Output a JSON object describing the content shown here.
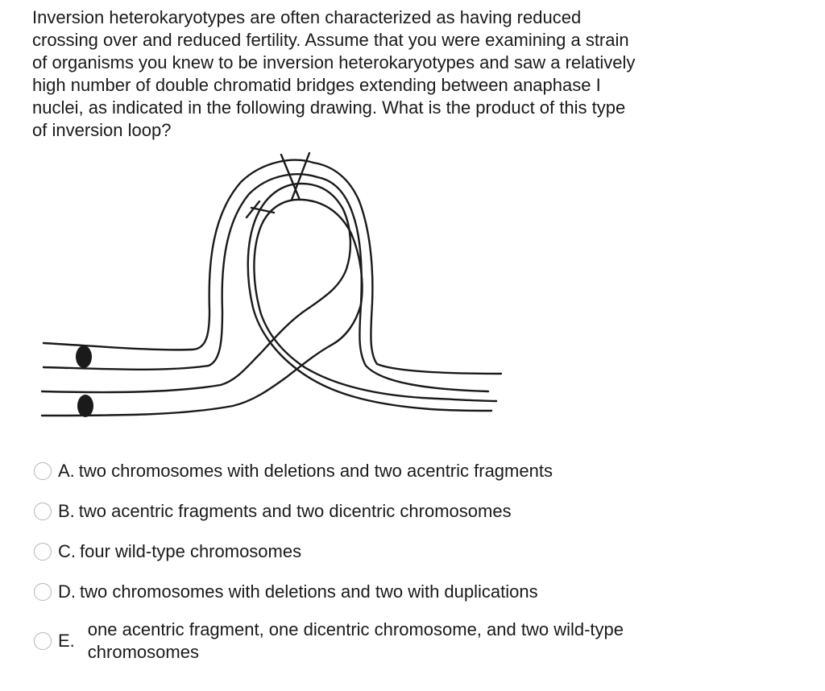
{
  "question": {
    "text": "Inversion heterokaryotypes are often characterized as having reduced\ncrossing over and reduced fertility. Assume that you were examining a strain\nof organisms you knew to be inversion heterokaryotypes and saw a relatively\nhigh number of double chromatid bridges extending between anaphase I\nnuclei, as indicated in the following drawing.  What is the product of this type\nof inversion loop?"
  },
  "diagram": {
    "icon": "inversion-loop-diagram"
  },
  "choices": [
    {
      "letter": "A.",
      "text": "two chromosomes with deletions and two acentric fragments"
    },
    {
      "letter": "B.",
      "text": "two acentric fragments and two dicentric chromosomes"
    },
    {
      "letter": "C.",
      "text": "four wild-type chromosomes"
    },
    {
      "letter": "D.",
      "text": "two chromosomes with deletions and two with duplications"
    },
    {
      "letter": "E.",
      "text": "one acentric fragment, one dicentric chromosome, and two wild-type chromosomes"
    }
  ]
}
